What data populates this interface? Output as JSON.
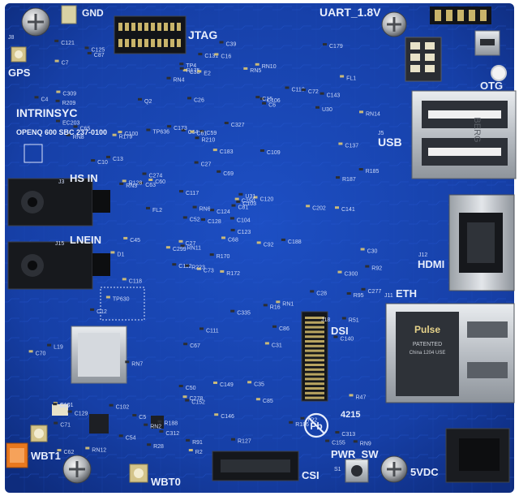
{
  "board": {
    "brand": "INTRINSYC",
    "model": "OPENQ 600 SBC 237-0100",
    "year": "4215"
  },
  "labels": {
    "gnd": "GND",
    "gps": "GPS",
    "jtag": "JTAG",
    "uart": "UART_1.8V",
    "otg": "OTG",
    "usb": "USB",
    "hs_in": "HS IN",
    "line_in": "LNEIN",
    "hdmi": "HDMI",
    "eth": "ETH",
    "dsi": "DSI",
    "csi": "CSI",
    "pwr_sw": "PWR_SW",
    "vdc": "5VDC",
    "wbt1": "WBT1",
    "wbt0": "WBT0"
  },
  "refs": {
    "j3": "J3",
    "j15": "J15",
    "j5": "J5",
    "j12": "J12",
    "j11": "J11",
    "j18": "J18",
    "j8": "J8",
    "s1": "S1"
  },
  "jack_text": {
    "usb_shell": "BERG",
    "eth_brand": "Pulse",
    "eth_line1": "PATENTED",
    "eth_line2": "China 1204 USE"
  },
  "components": [
    "C73",
    "RN8",
    "RN11",
    "C101",
    "C81",
    "RN7",
    "RN10",
    "C59",
    "C106",
    "C68",
    "C87",
    "RN9",
    "RN14",
    "C112",
    "C109",
    "RN12",
    "C64",
    "C69",
    "C60",
    "C71",
    "C102",
    "C61",
    "C103",
    "C65",
    "C38",
    "R16",
    "R185",
    "C27",
    "C50",
    "C52",
    "C100",
    "C110",
    "C155",
    "R47",
    "C39",
    "C63",
    "C31",
    "C54",
    "C104",
    "C62",
    "C152",
    "C123",
    "C137",
    "C4",
    "C86",
    "C85",
    "C125",
    "C121",
    "C149",
    "C143",
    "C131",
    "C45",
    "C13",
    "C72",
    "RN5",
    "RN4",
    "RN6",
    "C70",
    "C67",
    "RN2",
    "RN1",
    "RN3",
    "C55",
    "C7",
    "C10",
    "C117",
    "C146",
    "C124",
    "C129",
    "C92",
    "R51",
    "R91",
    "C141",
    "C111",
    "TP2",
    "C35",
    "TP4",
    "R92",
    "C120",
    "C128",
    "C140",
    "R2",
    "C15",
    "C6",
    "C30",
    "C12",
    "C5",
    "C250",
    "U30",
    "FL2",
    "C300",
    "R209",
    "R210",
    "C299",
    "L19",
    "R223",
    "FL1",
    "C173",
    "C179",
    "C183",
    "TP636",
    "C188",
    "TP630",
    "C313",
    "C312",
    "C202",
    "EC203",
    "R127",
    "R128",
    "Q2",
    "R95",
    "C118",
    "C277",
    "C274",
    "R172",
    "R170",
    "U31",
    "C309",
    "R188",
    "R186",
    "C278",
    "R175",
    "R187",
    "R179",
    "R28",
    "C28",
    "C16",
    "C26",
    "C27",
    "D1",
    "C327",
    "C335",
    "E2"
  ]
}
